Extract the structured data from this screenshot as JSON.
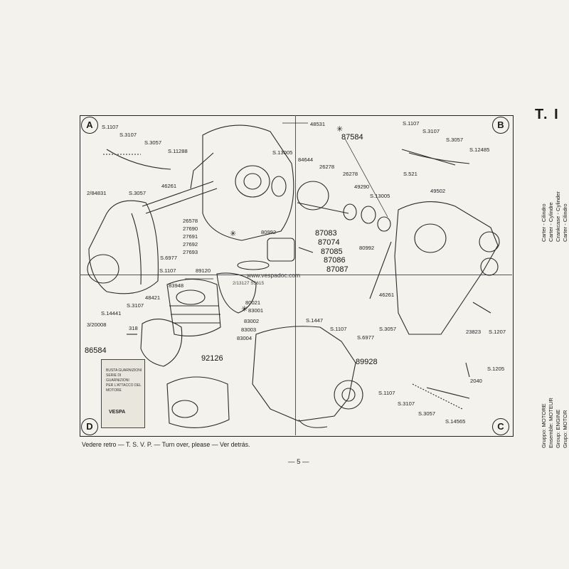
{
  "page_id": "T. I",
  "corners": {
    "a": "A",
    "b": "B",
    "c": "C",
    "d": "D"
  },
  "watermark": "www.vespadoc.com",
  "fineprint": "2/13127   S5615",
  "footer": "Vedere retro — T. S. V. P. — Turn over, please — Ver detrás.",
  "page_number": "— 5 —",
  "side_title": [
    "Carter - Cilindro",
    "Carter - Cylindre",
    "Crankcase - Cylinder",
    "Carter - Cilindro"
  ],
  "side_group": [
    "Gruppo: MOTORE",
    "Ensemble: MOTEUR",
    "Group: ENGINE",
    "Grupo: MOTOR"
  ],
  "booklet": {
    "lines": [
      "BUSTA GUARNIZIONI",
      "SERIE DI GUARNIZIONI",
      "PER L'ATTACCO DEL",
      "MOTORE"
    ],
    "brand": "VESPA"
  },
  "labels": {
    "s1107_a": "S.1107",
    "s3107_a": "S.3107",
    "s3057_a": "S.3057",
    "s11288": "S.11288",
    "n48531": "48531",
    "n87584": "87584",
    "s13005_a": "S.13005",
    "n84644": "84644",
    "n26278_a": "26278",
    "n2_84831": "2/84831",
    "s3057_b": "S.3057",
    "n46261_a": "46261",
    "n26578": "26578",
    "n27690": "27690",
    "n27691": "27691",
    "n27692": "27692",
    "n27693": "27693",
    "s6977_a": "S.6977",
    "n80992_a": "80992",
    "s1107_b": "S.1107",
    "n87083": "87083",
    "n87074": "87074",
    "n87085": "87085",
    "n87086": "87086",
    "n87087": "87087",
    "n89120": "89120",
    "n83948": "83948",
    "n48421": "48421",
    "s3107_b": "S.3107",
    "s14441": "S.14441",
    "n80021": "80021",
    "n83001": "83001",
    "n83002": "83002",
    "n83003": "83003",
    "n83004": "83004",
    "n3_20008": "3/20008",
    "n318": "318",
    "n86584": "86584",
    "n92126": "92126",
    "s1107_c": "S.1107",
    "s3107_c": "S.3107",
    "s3057_c": "S.3057",
    "s12485": "S.12485",
    "s521": "S.521",
    "n26278_b": "26278",
    "n49290": "49290",
    "s13005_b": "S.13005",
    "n49502": "49502",
    "n80992_b": "80992",
    "n46261_b": "46261",
    "s1447": "S.1447",
    "s1107_d": "S.1107",
    "s6977_b": "S.6977",
    "s3057_d": "S.3057",
    "n23823": "23823",
    "s1207": "S.1207",
    "n89928": "89928",
    "s1205": "S.1205",
    "n2040": "2040",
    "s1107_e": "S.1107",
    "s3107_d": "S.3107",
    "s3057_e": "S.3057",
    "s14565": "S.14565"
  }
}
